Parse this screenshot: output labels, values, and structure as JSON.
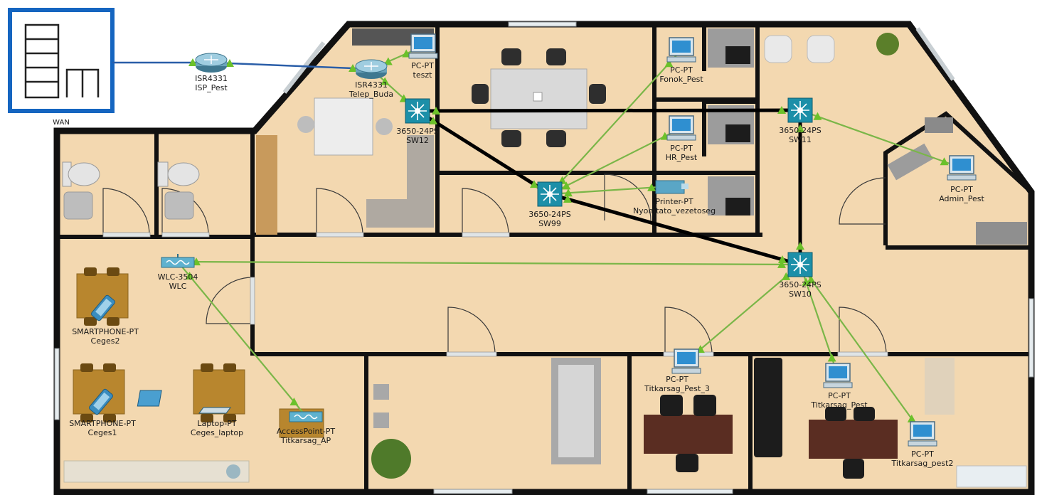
{
  "colors": {
    "floor": "#f3d8b0",
    "wall": "#111111",
    "trunk": "#000000",
    "access": "#7ab648",
    "wan_link": "#2a5ea8",
    "wan_box": "#1565c0",
    "switch": "#1c8fa8",
    "router": "#6ba4bc"
  },
  "wan": {
    "label": "WAN"
  },
  "devices": [
    {
      "id": "isp",
      "kind": "router",
      "model": "ISR4331",
      "name": "ISP_Pest"
    },
    {
      "id": "telep",
      "kind": "router",
      "model": "ISR4331",
      "name": "Telep_Buda"
    },
    {
      "id": "teszt",
      "kind": "pc",
      "model": "PC-PT",
      "name": "teszt"
    },
    {
      "id": "sw12",
      "kind": "switch",
      "model": "3650-24PS",
      "name": "SW12"
    },
    {
      "id": "sw11",
      "kind": "switch",
      "model": "3650-24PS",
      "name": "SW11"
    },
    {
      "id": "sw99",
      "kind": "switch",
      "model": "3650-24PS",
      "name": "SW99"
    },
    {
      "id": "sw10",
      "kind": "switch",
      "model": "3650-24PS",
      "name": "SW10"
    },
    {
      "id": "fonok",
      "kind": "pc",
      "model": "PC-PT",
      "name": "Fonok_Pest"
    },
    {
      "id": "hr",
      "kind": "pc",
      "model": "PC-PT",
      "name": "HR_Pest"
    },
    {
      "id": "printer",
      "kind": "printer",
      "model": "Printer-PT",
      "name": "Nyomtato_vezetoseg"
    },
    {
      "id": "admin",
      "kind": "pc",
      "model": "PC-PT",
      "name": "Admin_Pest"
    },
    {
      "id": "wlc",
      "kind": "wlc",
      "model": "WLC-3504",
      "name": "WLC"
    },
    {
      "id": "ceges2",
      "kind": "phone",
      "model": "SMARTPHONE-PT",
      "name": "Ceges2"
    },
    {
      "id": "ceges1",
      "kind": "phone",
      "model": "SMARTPHONE-PT",
      "name": "Ceges1"
    },
    {
      "id": "laptop",
      "kind": "laptop",
      "model": "Laptop-PT",
      "name": "Ceges_laptop"
    },
    {
      "id": "ap",
      "kind": "ap",
      "model": "AccessPoint-PT",
      "name": "Titkarsag_AP"
    },
    {
      "id": "pest3",
      "kind": "pc",
      "model": "PC-PT",
      "name": "Titkarsag_Pest_3"
    },
    {
      "id": "pest",
      "kind": "pc",
      "model": "PC-PT",
      "name": "Titkarsag_Pest"
    },
    {
      "id": "pest2",
      "kind": "pc",
      "model": "PC-PT",
      "name": "Titkarsag_pest2"
    }
  ],
  "links": [
    {
      "from": "wan",
      "to": "isp",
      "type": "wan"
    },
    {
      "from": "isp",
      "to": "telep",
      "type": "wan"
    },
    {
      "from": "telep",
      "to": "teszt",
      "type": "access"
    },
    {
      "from": "telep",
      "to": "sw12",
      "type": "access"
    },
    {
      "from": "sw12",
      "to": "sw11",
      "type": "trunk"
    },
    {
      "from": "sw12",
      "to": "sw99",
      "type": "trunk"
    },
    {
      "from": "sw99",
      "to": "sw10",
      "type": "trunk"
    },
    {
      "from": "sw11",
      "to": "sw10",
      "type": "trunk"
    },
    {
      "from": "sw99",
      "to": "fonok",
      "type": "access"
    },
    {
      "from": "sw99",
      "to": "hr",
      "type": "access"
    },
    {
      "from": "sw99",
      "to": "printer",
      "type": "access"
    },
    {
      "from": "sw11",
      "to": "admin",
      "type": "access"
    },
    {
      "from": "sw10",
      "to": "wlc",
      "type": "access"
    },
    {
      "from": "wlc",
      "to": "ap",
      "type": "access"
    },
    {
      "from": "sw10",
      "to": "pest3",
      "type": "access"
    },
    {
      "from": "sw10",
      "to": "pest",
      "type": "access"
    },
    {
      "from": "sw10",
      "to": "pest2",
      "type": "access"
    }
  ]
}
